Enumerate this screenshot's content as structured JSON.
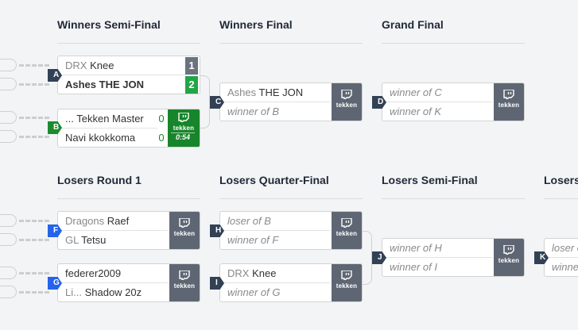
{
  "rounds": {
    "winners_semi": "Winners Semi-Final",
    "winners_final": "Winners Final",
    "grand_final": "Grand Final",
    "losers_r1": "Losers Round 1",
    "losers_qf": "Losers Quarter-Final",
    "losers_sf": "Losers Semi-Final",
    "losers_next": "Losers"
  },
  "stream": {
    "game": "tekken",
    "live_time": "0:54"
  },
  "matches": {
    "A": {
      "label": "A",
      "p1_tag": "DRX",
      "p1_name": "Knee",
      "p1_score": "1",
      "p2_tag": "Ashes",
      "p2_name": "THE JON",
      "p2_score": "2"
    },
    "B": {
      "label": "B",
      "p1_tag": "...",
      "p1_name": "Tekken Master",
      "p1_score": "0",
      "p2_tag": "Navi",
      "p2_name": "kkokkoma",
      "p2_score": "0"
    },
    "C": {
      "label": "C",
      "p1_tag": "Ashes",
      "p1_name": "THE JON",
      "p2_placeholder": "winner of B"
    },
    "D": {
      "label": "D",
      "p1_placeholder": "winner of C",
      "p2_placeholder": "winner of K"
    },
    "F": {
      "label": "F",
      "p1_tag": "Dragons",
      "p1_name": "Raef",
      "p2_tag": "GL",
      "p2_name": "Tetsu"
    },
    "G": {
      "label": "G",
      "p1_name": "federer2009",
      "p2_tag": "Li...",
      "p2_name": "Shadow 20z"
    },
    "H": {
      "label": "H",
      "p1_placeholder": "loser of B",
      "p2_placeholder": "winner of F"
    },
    "I": {
      "label": "I",
      "p1_tag": "DRX",
      "p1_name": "Knee",
      "p2_placeholder": "winner of G"
    },
    "J": {
      "label": "J",
      "p1_placeholder": "winner of H",
      "p2_placeholder": "winner of I"
    },
    "K": {
      "label": "K",
      "p1_placeholder": "loser of",
      "p2_placeholder": "winner"
    }
  },
  "colors": {
    "live": "#17852a",
    "win": "#22a447",
    "badge_dark": "#334155",
    "badge_blue": "#2563eb"
  }
}
